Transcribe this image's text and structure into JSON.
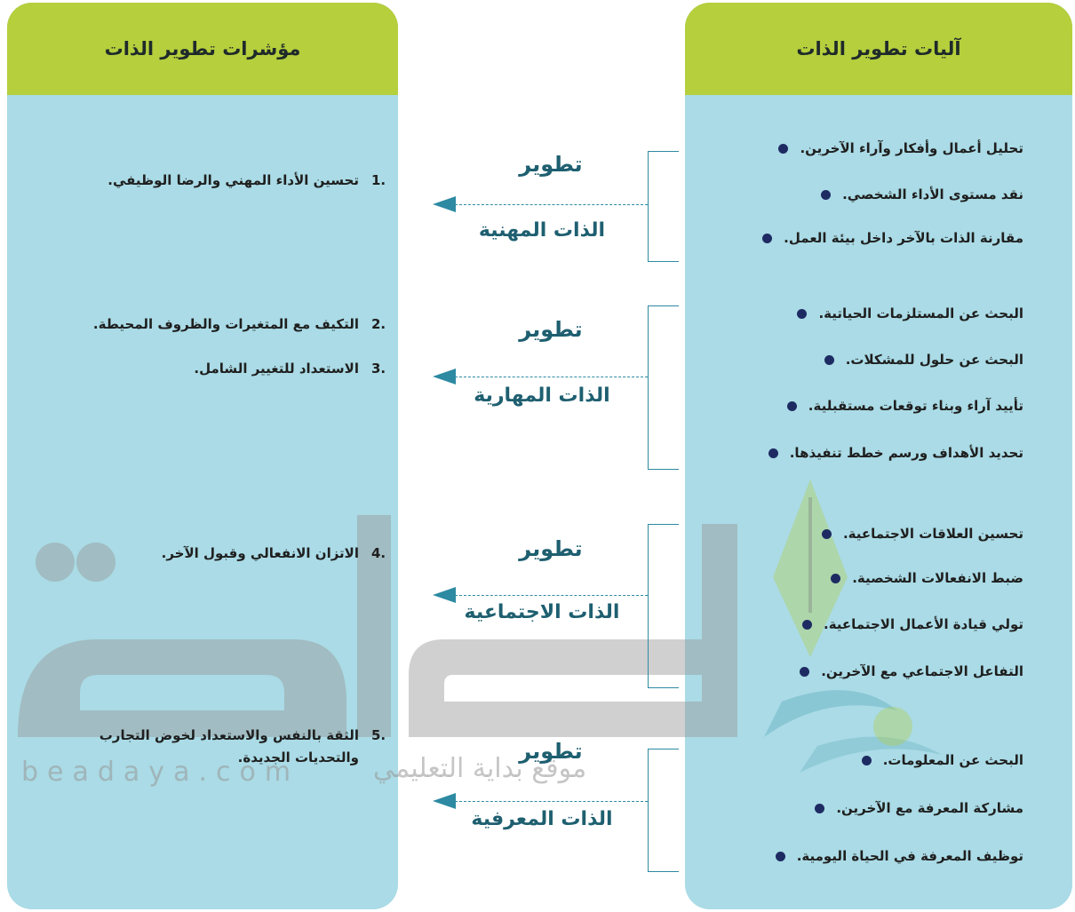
{
  "headers": {
    "left": "مؤشرات تطوير الذات",
    "right": "آليات تطوير الذات"
  },
  "groups": [
    {
      "label_top": "تطوير",
      "label_bottom": "الذات المهنية",
      "mechanisms": [
        "تحليل أعمال وأفكار وآراء الآخرين.",
        "نقد مستوى الأداء الشخصي.",
        "مقارنة الذات بالآخر داخل بيئة العمل."
      ],
      "indicators": [
        {
          "num": "1.",
          "lines": [
            "تحسين الأداء المهني والرضا الوظيفي."
          ]
        }
      ]
    },
    {
      "label_top": "تطوير",
      "label_bottom": "الذات المهارية",
      "mechanisms": [
        "البحث عن المستلزمات الحياتية.",
        "البحث عن حلول للمشكلات.",
        "تأييد آراء وبناء توقعات مستقبلية.",
        "تحديد الأهداف ورسم خطط تنفيذها."
      ],
      "indicators": [
        {
          "num": "2.",
          "lines": [
            "التكيف مع المتغيرات والظروف المحيطة."
          ]
        },
        {
          "num": "3.",
          "lines": [
            "الاستعداد للتغيير الشامل."
          ]
        }
      ]
    },
    {
      "label_top": "تطوير",
      "label_bottom": "الذات الاجتماعية",
      "mechanisms": [
        "تحسين العلاقات الاجتماعية.",
        "ضبط الانفعالات الشخصية.",
        "تولي قيادة الأعمال الاجتماعية.",
        "التفاعل الاجتماعي مع الآخرين."
      ],
      "indicators": [
        {
          "num": "4.",
          "lines": [
            "الاتزان الانفعالي وقبول الآخر."
          ]
        }
      ]
    },
    {
      "label_top": "تطوير",
      "label_bottom": "الذات المعرفية",
      "mechanisms": [
        "البحث عن المعلومات.",
        "مشاركة المعرفة مع الآخرين.",
        "توظيف المعرفة في الحياة اليومية."
      ],
      "indicators": [
        {
          "num": "5.",
          "lines": [
            "الثقة بالنفس والاستعداد لخوض التجارب",
            "والتحديات الجديدة."
          ]
        }
      ]
    }
  ],
  "watermark": {
    "logo": "بداية",
    "site_ar": "موقع بداية التعليمي",
    "site_en": "beadaya.com"
  },
  "colors": {
    "panel": "#aadbe6",
    "header": "#b5cf3d",
    "accent": "#2d8aa2",
    "bullet": "#1e2b63",
    "label": "#1e5f70"
  }
}
